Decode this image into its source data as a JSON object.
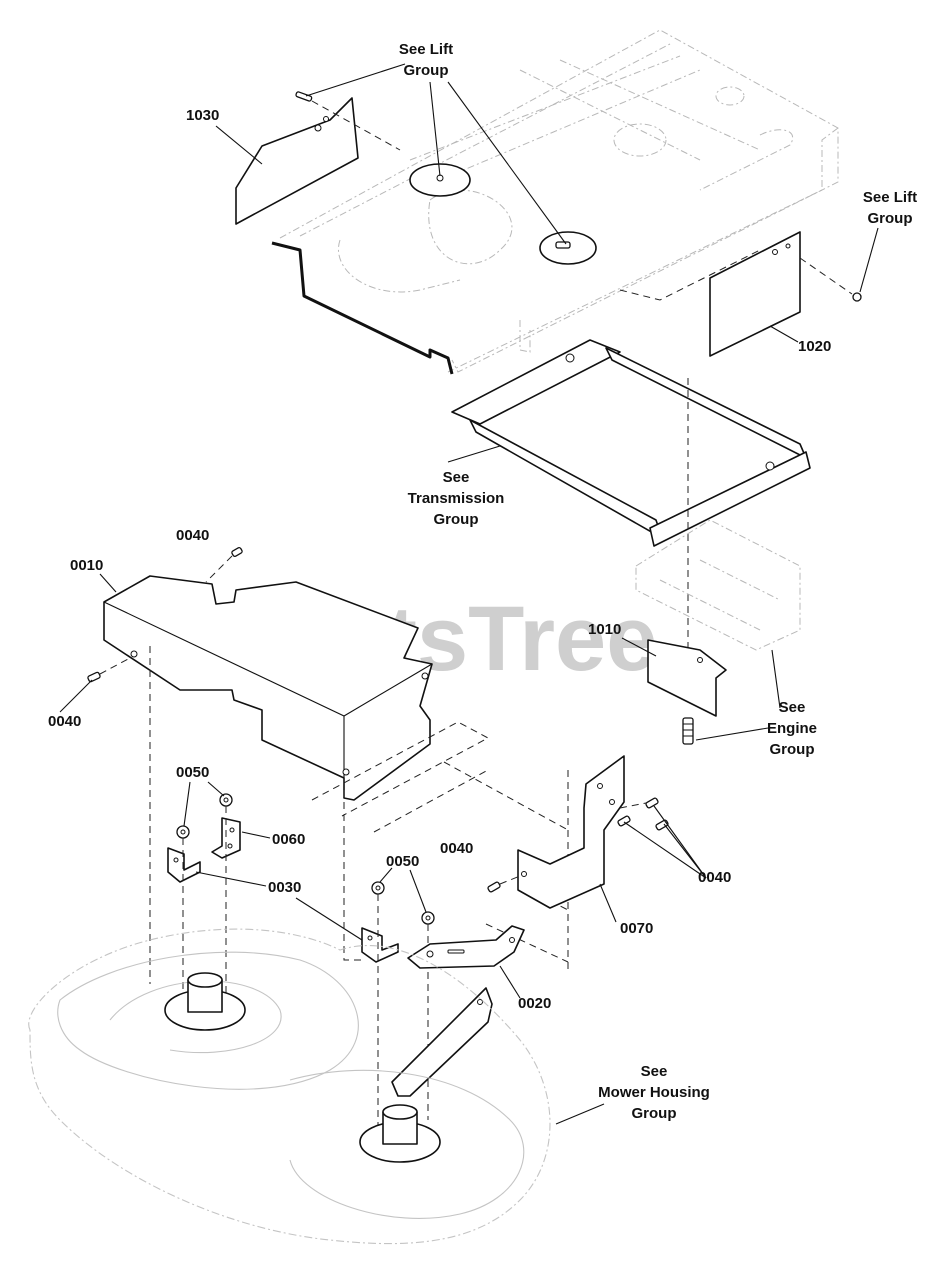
{
  "watermark": "PartsTree",
  "callouts": {
    "c1030": "1030",
    "c1020": "1020",
    "c1010": "1010",
    "c0010": "0010",
    "c0040_a": "0040",
    "c0040_b": "0040",
    "c0040_c": "0040",
    "c0040_d": "0040",
    "c0050_a": "0050",
    "c0050_b": "0050",
    "c0060": "0060",
    "c0030": "0030",
    "c0070": "0070",
    "c0020": "0020"
  },
  "references": {
    "lift_group_top": [
      "See Lift",
      "Group"
    ],
    "lift_group_right": [
      "See Lift",
      "Group"
    ],
    "transmission_group": [
      "See",
      "Transmission",
      "Group"
    ],
    "engine_group": [
      "See",
      "Engine",
      "Group"
    ],
    "mower_housing_group": [
      "See",
      "Mower Housing",
      "Group"
    ]
  }
}
